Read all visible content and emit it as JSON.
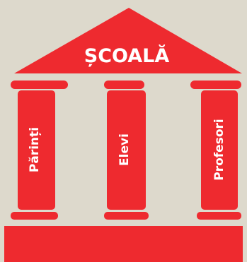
{
  "colors": {
    "background": "#ddd9cc",
    "red": "#ee2a2f",
    "text": "#ffffff"
  },
  "roof": {
    "label": "ȘCOALĂ"
  },
  "columns": [
    {
      "label": "Părinți"
    },
    {
      "label": "Elevi"
    },
    {
      "label": "Profesori"
    }
  ]
}
